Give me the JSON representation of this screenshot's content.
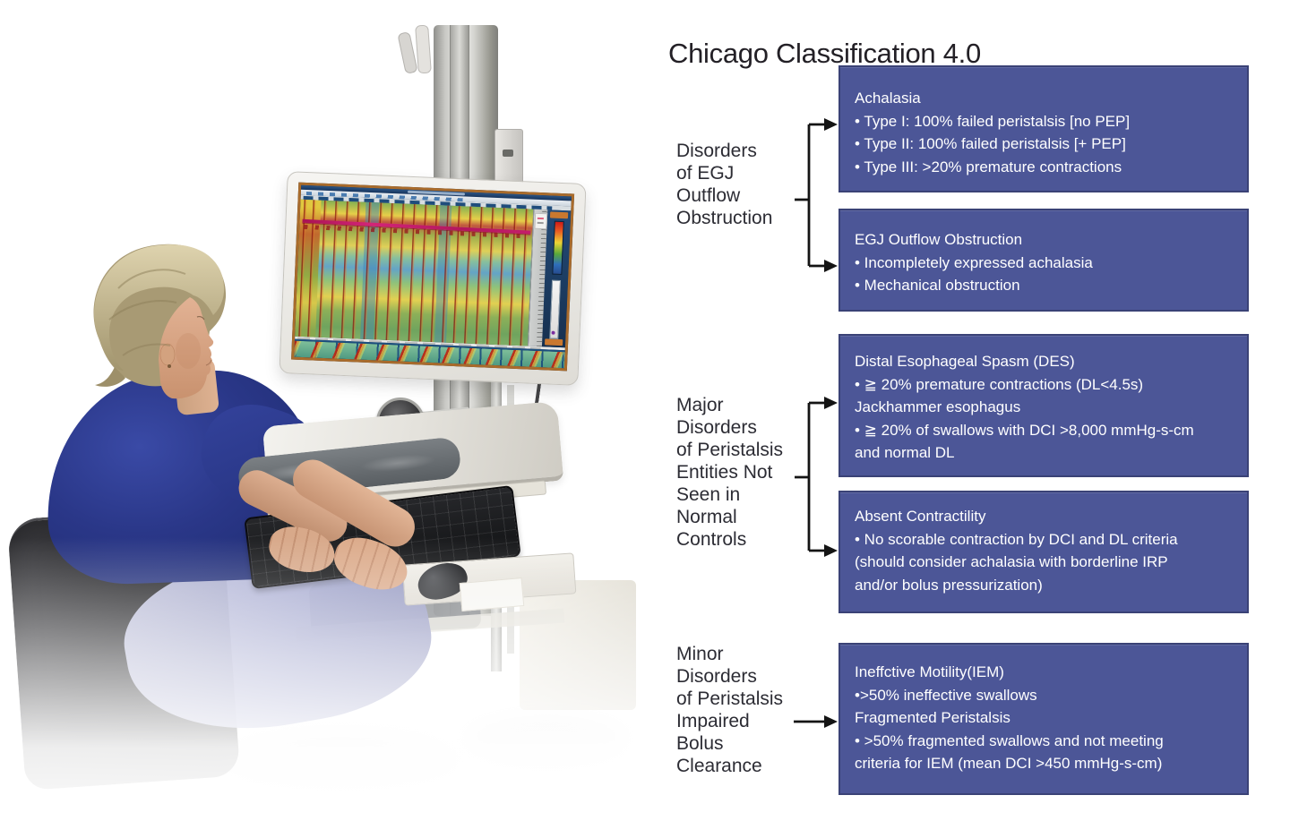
{
  "title": "Chicago Classification 4.0",
  "colors": {
    "box_bg": "#4C5697",
    "box_border": "#3A4276",
    "box_text": "#FFFFFF",
    "label_text": "#2C2C34",
    "arrow": "#141414"
  },
  "groups": [
    {
      "label_lines": [
        "Disorders",
        "of EGJ",
        "Outflow",
        "Obstruction"
      ],
      "boxes": [
        {
          "heading": "Achalasia",
          "lines": [
            "• Type I: 100% failed peristalsis [no PEP]",
            "• Type II: 100% failed peristalsis [+ PEP]",
            "• Type III: >20% premature contractions"
          ]
        },
        {
          "heading": "EGJ Outflow Obstruction",
          "lines": [
            "• Incompletely expressed achalasia",
            "• Mechanical obstruction"
          ]
        }
      ]
    },
    {
      "label_lines": [
        "Major",
        "Disorders",
        "of Peristalsis",
        "Entities Not",
        "Seen in",
        "Normal",
        "Controls"
      ],
      "boxes": [
        {
          "heading": "Distal Esophageal Spasm (DES)",
          "lines": [
            "• ≧ 20% premature contractions (DL<4.5s)",
            "Jackhammer esophagus",
            "• ≧ 20% of swallows with DCI >8,000 mmHg-s-cm",
            "and normal DL"
          ]
        },
        {
          "heading": "Absent Contractility",
          "lines": [
            "• No scorable contraction by DCI and DL criteria",
            "(should consider achalasia with borderline IRP",
            "and/or bolus pressurization)"
          ]
        }
      ]
    },
    {
      "label_lines": [
        "Minor",
        "Disorders",
        "of Peristalsis",
        "Impaired",
        "Bolus",
        "Clearance"
      ],
      "boxes": [
        {
          "heading": "Ineffctive Motility(IEM)",
          "lines": [
            "•>50% ineffective swallows",
            "Fragmented Peristalsis",
            "• >50% fragmented swallows and not meeting",
            "criteria for IEM (mean DCI >450 mmHg-s-cm)"
          ]
        }
      ]
    }
  ]
}
